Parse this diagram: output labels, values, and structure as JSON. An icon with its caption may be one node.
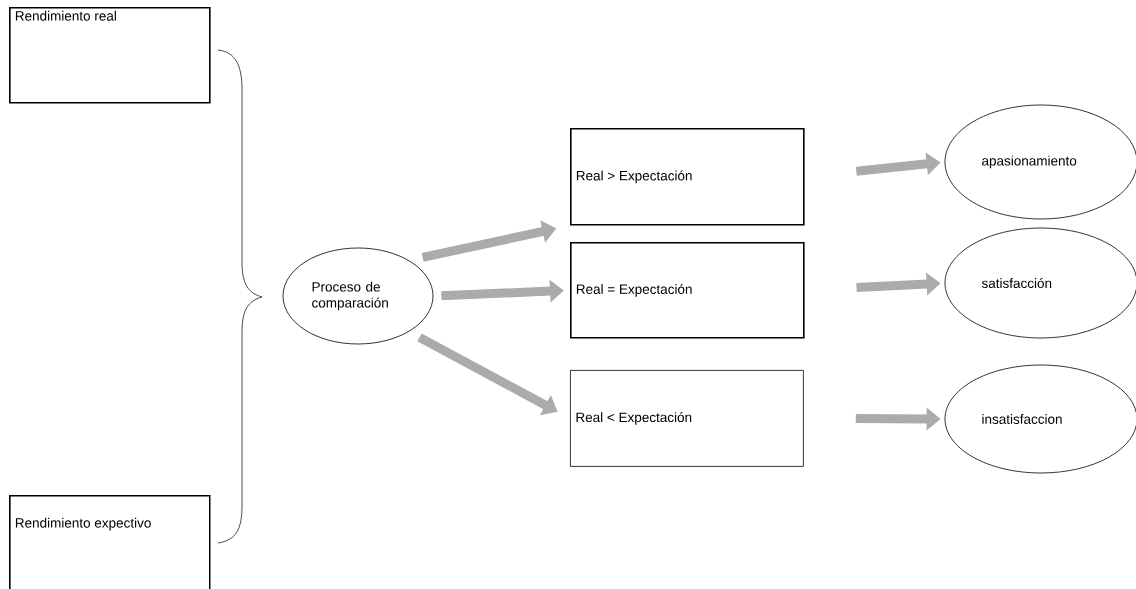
{
  "diagram": {
    "nodes": [
      {
        "text": [
          "Rendimiento real"
        ]
      },
      {
        "text": [
          "Rendimiento expectivo"
        ]
      },
      {
        "text": [
          "Proceso de comparación"
        ]
      },
      {
        "text": [
          "Real > Expectación"
        ]
      },
      {
        "text": [
          "Real = Expectación"
        ]
      },
      {
        "text": [
          "Real < Expectación"
        ]
      },
      {
        "text": [
          "apasionamiento"
        ]
      },
      {
        "text": [
          "satisfacción"
        ]
      },
      {
        "text": [
          "insatisfaccion"
        ]
      }
    ],
    "edges": [
      {
        "from": 2,
        "to": 3,
        "arrow": "to"
      },
      {
        "from": 2,
        "to": 4,
        "arrow": "to"
      },
      {
        "from": 2,
        "to": 5,
        "arrow": "to"
      },
      {
        "from": 3,
        "to": 6,
        "arrow": "to"
      },
      {
        "from": 4,
        "to": 7,
        "arrow": "to"
      },
      {
        "from": 5,
        "to": 8,
        "arrow": "to"
      }
    ]
  }
}
